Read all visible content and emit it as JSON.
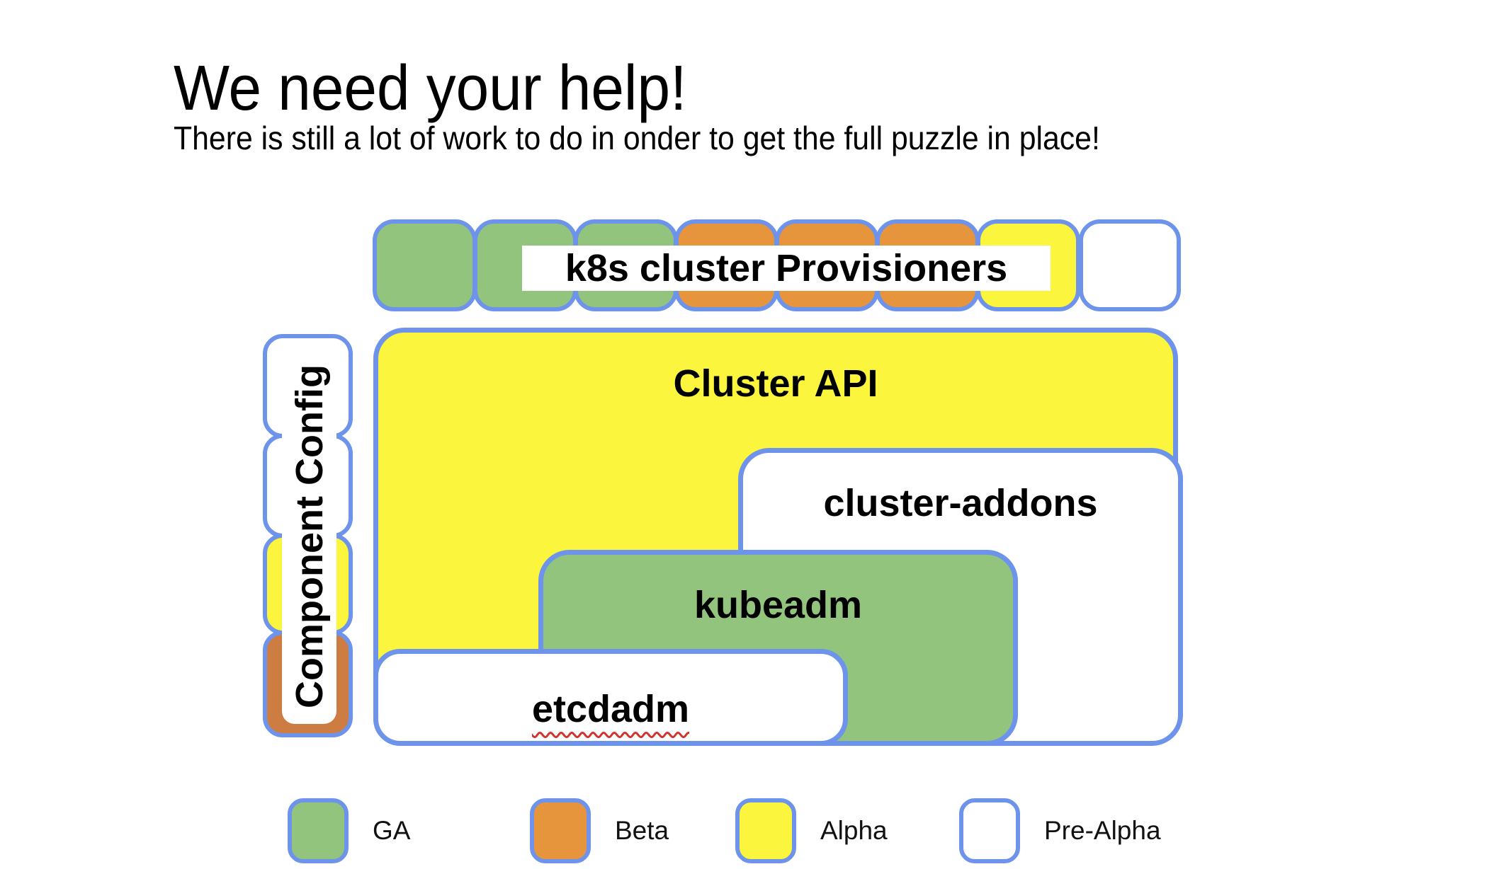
{
  "slide": {
    "title": "We need your help!",
    "subtitle": "There is still a lot of work to do in onder to get the full puzzle in place!"
  },
  "colors": {
    "border_blue": "#6d93ea",
    "text": "#000000",
    "spellcheck_red": "#d0342c"
  },
  "status_colors": {
    "ga": "#93c47d",
    "beta": "#e6953c",
    "alpha": "#fbf53d",
    "pre_alpha": "#ffffff",
    "component_config_beta": "#cd7d42"
  },
  "puzzle": {
    "provisioners_label": "k8s cluster Provisioners",
    "provisioner_pieces": [
      "ga",
      "ga",
      "ga",
      "beta",
      "beta",
      "beta",
      "alpha",
      "pre_alpha"
    ],
    "component_config": {
      "label": "Component Config",
      "pieces": [
        "pre_alpha",
        "pre_alpha",
        "alpha",
        "component_config_beta"
      ]
    },
    "blocks": [
      {
        "id": "cluster-api",
        "label": "Cluster API",
        "status": "alpha"
      },
      {
        "id": "cluster-addons",
        "label": "cluster-addons",
        "status": "pre_alpha"
      },
      {
        "id": "kubeadm",
        "label": "kubeadm",
        "status": "ga"
      },
      {
        "id": "etcdadm",
        "label": "etcdadm",
        "status": "pre_alpha",
        "spellcheck_underline": true
      }
    ]
  },
  "legend": {
    "items": [
      {
        "label": "GA",
        "status": "ga"
      },
      {
        "label": "Beta",
        "status": "beta"
      },
      {
        "label": "Alpha",
        "status": "alpha"
      },
      {
        "label": "Pre-Alpha",
        "status": "pre_alpha"
      }
    ]
  }
}
